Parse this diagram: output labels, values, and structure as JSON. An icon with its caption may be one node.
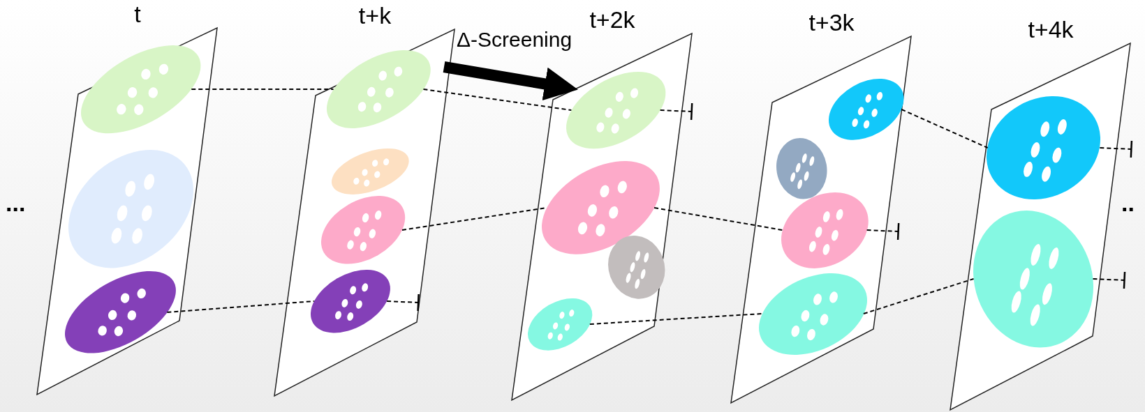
{
  "diagram": {
    "nodes": [
      {
        "text": [
          "t"
        ]
      },
      {
        "text": [],
        "shape": "ellipse",
        "in": 0
      },
      {
        "text": [],
        "shape": "ellipse",
        "in": 0
      },
      {
        "text": [],
        "shape": "ellipse",
        "in": 0
      },
      {
        "text": [
          "t+k"
        ]
      },
      {
        "text": [],
        "shape": "ellipse",
        "in": 4
      },
      {
        "text": [],
        "shape": "ellipse",
        "in": 4
      },
      {
        "text": [],
        "shape": "ellipse",
        "in": 4
      },
      {
        "text": [],
        "shape": "ellipse",
        "in": 4
      },
      {
        "text": [
          "t+2k"
        ]
      },
      {
        "text": [],
        "shape": "ellipse",
        "in": 9
      },
      {
        "text": [],
        "shape": "ellipse",
        "in": 9
      },
      {
        "text": [],
        "shape": "ellipse",
        "in": 9
      },
      {
        "text": [],
        "shape": "ellipse",
        "in": 9
      },
      {
        "text": [
          "t+3k"
        ]
      },
      {
        "text": [],
        "shape": "ellipse",
        "in": 14
      },
      {
        "text": [],
        "shape": "ellipse",
        "in": 14
      },
      {
        "text": [],
        "shape": "ellipse",
        "in": 14
      },
      {
        "text": [],
        "shape": "ellipse",
        "in": 14
      },
      {
        "text": [
          "t+4k"
        ]
      },
      {
        "text": [],
        "shape": "ellipse",
        "in": 19
      },
      {
        "text": [],
        "shape": "ellipse",
        "in": 19
      }
    ],
    "edges": [
      {
        "from": 1,
        "to": 5,
        "arrow": "none",
        "style": "dashed"
      },
      {
        "from": 3,
        "to": 8,
        "arrow": "none",
        "style": "dashed"
      },
      {
        "from": 4,
        "to": 9,
        "arrow": "to",
        "label": "Δ-Screening",
        "style": "thick"
      },
      {
        "from": 5,
        "to": 10,
        "arrow": "none",
        "style": "dashed"
      },
      {
        "from": 7,
        "to": 11,
        "arrow": "none",
        "style": "dashed"
      },
      {
        "from": 8,
        "to": null,
        "arrow": "other",
        "style": "dashed"
      },
      {
        "from": 10,
        "to": null,
        "arrow": "other",
        "style": "dashed"
      },
      {
        "from": 11,
        "to": 17,
        "arrow": "none",
        "style": "dashed"
      },
      {
        "from": 13,
        "to": 18,
        "arrow": "none",
        "style": "dashed"
      },
      {
        "from": 15,
        "to": 20,
        "arrow": "none",
        "style": "dashed"
      },
      {
        "from": 17,
        "to": null,
        "arrow": "other",
        "style": "dashed"
      },
      {
        "from": 18,
        "to": 21,
        "arrow": "none",
        "style": "dashed"
      },
      {
        "from": 20,
        "to": null,
        "arrow": "other",
        "style": "dashed"
      },
      {
        "from": 21,
        "to": null,
        "arrow": "other",
        "style": "dashed"
      }
    ],
    "labels": [
      "...",
      ".."
    ]
  }
}
